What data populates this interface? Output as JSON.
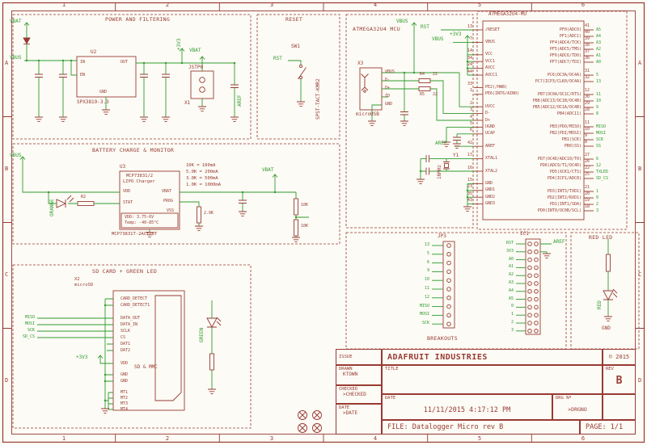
{
  "colors": {
    "ink": "#993a33",
    "wire": "#2f9b2f",
    "bg": "#fcfbf5"
  },
  "sheet": {
    "cols": [
      "1",
      "2",
      "3",
      "4",
      "5",
      "6"
    ],
    "rows": [
      "A",
      "B",
      "C",
      "D"
    ]
  },
  "power": {
    "title": "POWER AND FILTERING",
    "vbat": "VBAT",
    "vbus": "VBUS",
    "u2": "U2",
    "pin_in": "IN",
    "pin_out": "OUT",
    "pin_en": "EN",
    "pin_gnd": "GND",
    "part": "SPX3819-3.3",
    "v33": "+3V3",
    "vbat2": "VBAT",
    "jst": "JSTPH",
    "x1": "X1",
    "aref": "AREF"
  },
  "reset": {
    "title": "RESET",
    "sw": "SW1",
    "rst": "RST",
    "part": "SPST-TACT-KMR2"
  },
  "usb": {
    "title": "ATMEGA32U4 MCU",
    "x3": "X3",
    "part": "microUSB",
    "pins": [
      "VBUS",
      "D-",
      "D+",
      "ID",
      "GND"
    ],
    "vbus": "VBUS",
    "r4": "R4",
    "r4v": "22",
    "r5": "R5",
    "r5v": "22",
    "rst": "RST",
    "vbus2": "VBUS",
    "v33": "+3V3",
    "aref": "AREF",
    "y1": "Y1",
    "xtal": "16MHz"
  },
  "mcu": {
    "part": "ATMEGA32U4-MU",
    "left_groups": [
      [
        "13|/RESET"
      ],
      [
        "7|VBUS"
      ],
      [
        "14|VCC",
        "34|VCC1",
        "24|AVCC",
        "44|AVCC1"
      ],
      [
        "33|PE2(/HWB)",
        "1|PE6(INT6/AIN0)"
      ],
      [
        "2|UVCC",
        "3|D-",
        "4|D+",
        "5|UGND",
        "6|UCAP"
      ],
      [
        "42|AREF"
      ],
      [
        "17|XTAL1"
      ],
      [
        "16|XTAL2"
      ],
      [
        "15|GND",
        "23|GND1",
        "35|GND2",
        "43|GND3"
      ]
    ],
    "right_groups": [
      [
        "41|PF0(ADC0)|A5",
        "40|PF1(ADC1)|A4",
        "39|PF4(ADC4/TCK)|A3",
        "38|PF5(ADC5/TMS)|A2",
        "37|PF6(ADC6/TDO)|A1",
        "36|PF7(ADC7/TDI)|A0"
      ],
      [
        "31|PC6(OC3A/OC4A)|5",
        "32|PC7(ICP3/CLK0/OC4A)|13"
      ],
      [
        "12|PB7(OC0A/OC1C/RTS)|11",
        "30|PB6(ADC13/OC1B/OC4B)|10",
        "29|PB5(ADC12/OC1A/OC4B)|9",
        "28|PB4(ADC11)|8"
      ],
      [
        "11|PB3(PDO/MISO)|MISO",
        "10|PB2(PDI/MOSI)|MOSI",
        "9|PB1(SCK)|SCK",
        "8|PB0(SS)|SS"
      ],
      [
        "27|PD7(OC4D/ADC10/T0)|6",
        "26|PD6(ADC9/T1/OC4D)|12",
        "22|PD5(XCK1/CTS)|TXLED",
        "25|PD4(ICP1/ADC8)|SD_CS"
      ],
      [
        "21|PD3(INT3/TXD1)|1",
        "20|PD2(INT2/RXD1)|0",
        "19|PD1(INT1/SDA)|2",
        "18|PD0(INT0/OC0B/SCL)|3"
      ]
    ]
  },
  "battery": {
    "title": "BATTERY CHARGE & MONITOR",
    "vbus": "VBUS",
    "u3": "U3",
    "chip1": "MCP73831/2",
    "chip2": "LIPO Charger",
    "vdd": "VDD",
    "stat": "STAT",
    "vbat_pin": "VBAT",
    "prog": "PROG",
    "vss": "VSS",
    "spec1": "VDD: 3.75-6V",
    "spec2": "Temp: -40-85°C",
    "part": "MCP73831T-2ACI/OT",
    "notes": [
      "10K = 100mA",
      "5.0K = 200mA",
      "3.0K = 500mA",
      "1.0K = 1000mA"
    ],
    "orange": "ORANGE",
    "r2": "R2",
    "vbat": "VBAT",
    "r_top": "10K",
    "r_bot": "10K",
    "r_prog": "2.0K"
  },
  "sd": {
    "title": "SD CARD + GREEN LED",
    "x2": "X2",
    "part": "microSD",
    "pins": [
      "CARD_DETECT",
      "CARD_DETECT1",
      "DATA_OUT",
      "DATA_IN",
      "SCLK",
      "CS",
      "DAT1",
      "DAT2",
      "VDD"
    ],
    "pins2": [
      "GND",
      "GND",
      "MT1",
      "MT2",
      "MT3",
      "MT4"
    ],
    "type": "SD & MMC",
    "nets": [
      "MISO",
      "MOSI",
      "SCK",
      "SD_CS"
    ],
    "v33": "+3V3",
    "green": "GREEN"
  },
  "breakouts": {
    "title": "BREAKOUTS",
    "jp3": "JP3",
    "jp3_nets": [
      "13",
      "5",
      "6",
      "9",
      "10",
      "11",
      "12",
      "MISO",
      "MOSI",
      "SCK"
    ],
    "ic1": "IC1",
    "ic1_left": [
      "RST",
      "3V3",
      "A0",
      "A1",
      "A2",
      "A3",
      "A4",
      "A5",
      "0",
      "1",
      "2",
      "3"
    ],
    "aref": "AREF"
  },
  "redled": {
    "title": "RED LED",
    "color": "RED",
    "gnd": "GND"
  },
  "titleblock": {
    "issue_label": "ISSUE",
    "company": "ADAFRUIT INDUSTRIES",
    "copyright": "© 2015",
    "drawn_label": "DRAWN",
    "drawn": "KTOWN",
    "title_label": "TITLE",
    "rev_label": "REV",
    "rev": "B",
    "checked_label": "CHECKED",
    "checked": ">CHECKED",
    "date_label": "DATE",
    "date_value2": ">DATE",
    "date_label_mid": "DATE",
    "date_value": "11/11/2015 4:17:12 PM",
    "drg_label": "DRG Nº",
    "drg_value": ">DRGNO",
    "file": "FILE: Datalogger Micro rev B",
    "page": "PAGE: 1/1"
  }
}
